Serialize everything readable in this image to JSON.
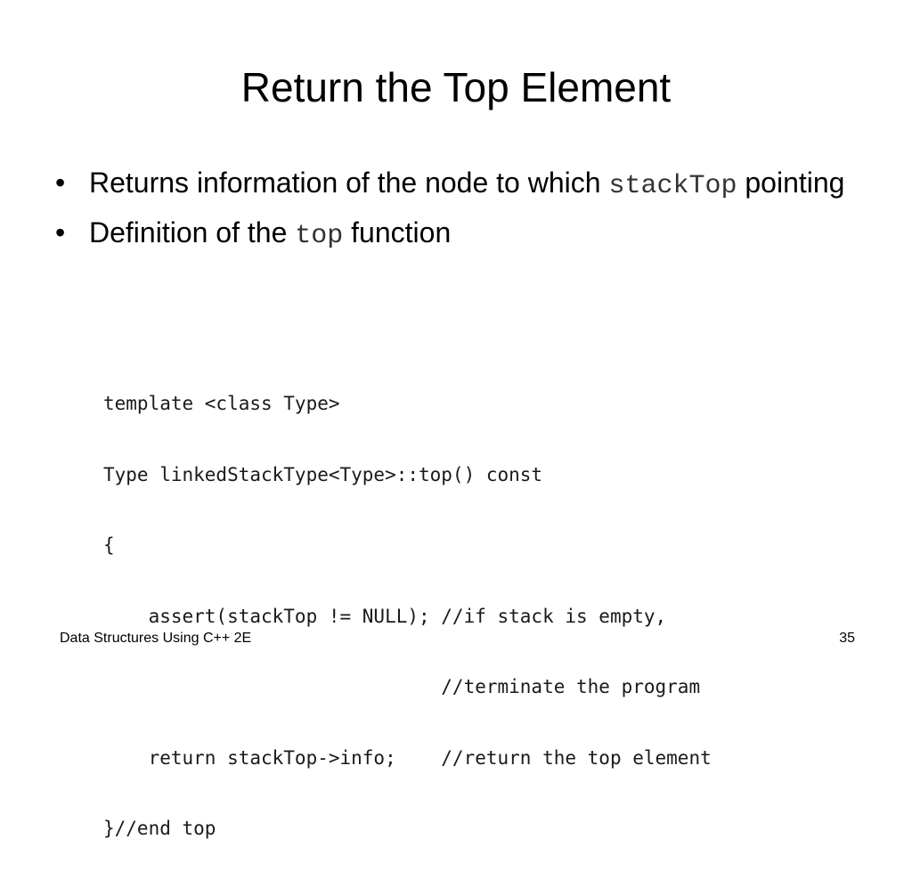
{
  "slide": {
    "title": "Return the Top Element",
    "bullet_marker": "•",
    "bullets": [
      {
        "text_before": "Returns information of the node to which ",
        "code": "stackTop",
        "text_after": " pointing"
      },
      {
        "text_before": "Definition of the ",
        "code": "top",
        "text_after": " function"
      }
    ],
    "code_lines": [
      "template <class Type>",
      "Type linkedStackType<Type>::top() const",
      "{",
      "    assert(stackTop != NULL); //if stack is empty,",
      "                              //terminate the program",
      "    return stackTop->info;    //return the top element",
      "}//end top"
    ]
  },
  "footer": {
    "course": "Data Structures Using C++ 2E",
    "page_number": "35"
  }
}
